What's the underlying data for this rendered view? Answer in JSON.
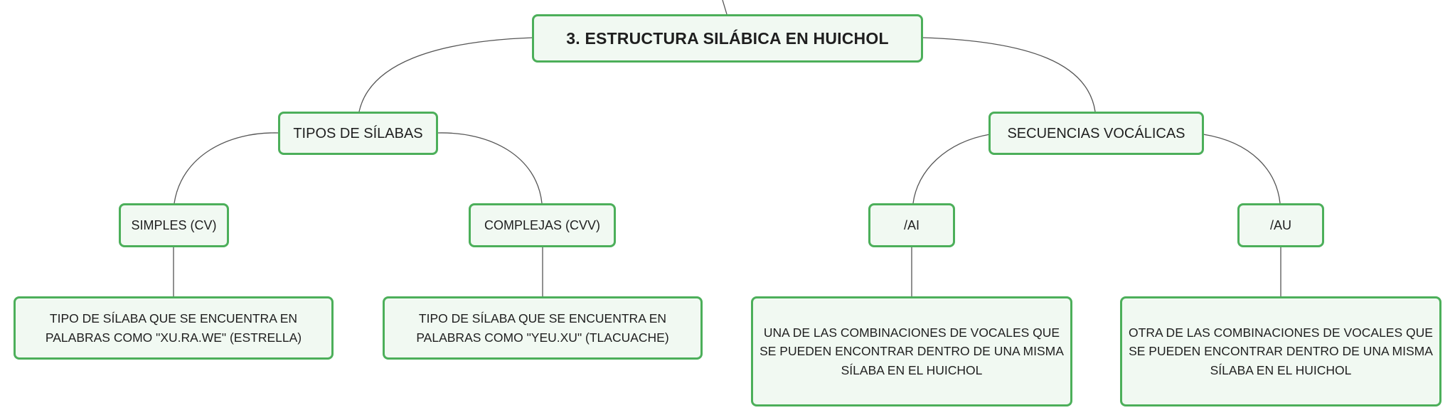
{
  "diagram": {
    "root": "3. ESTRUCTURA SILÁBICA EN HUICHOL",
    "branches": [
      {
        "label": "TIPOS DE SÍLABAS",
        "children": [
          {
            "label": "SIMPLES (CV)",
            "detail": "TIPO DE SÍLABA QUE SE ENCUENTRA EN PALABRAS COMO \"XU.RA.WE\" (ESTRELLA)"
          },
          {
            "label": "COMPLEJAS (CVV)",
            "detail": "TIPO DE SÍLABA QUE SE ENCUENTRA EN PALABRAS COMO \"YEU.XU\" (TLACUACHE)"
          }
        ]
      },
      {
        "label": "SECUENCIAS VOCÁLICAS",
        "children": [
          {
            "label": "/AI",
            "detail": "UNA DE LAS COMBINACIONES DE VOCALES QUE SE PUEDEN ENCONTRAR DENTRO DE UNA MISMA SÍLABA EN EL HUICHOL"
          },
          {
            "label": "/AU",
            "detail": "OTRA DE LAS COMBINACIONES DE VOCALES QUE SE PUEDEN ENCONTRAR DENTRO DE UNA MISMA SÍLABA EN EL HUICHOL"
          }
        ]
      }
    ]
  },
  "colors": {
    "border": "#4caf5a",
    "fill": "#f1f9f2",
    "connector": "#555555"
  }
}
